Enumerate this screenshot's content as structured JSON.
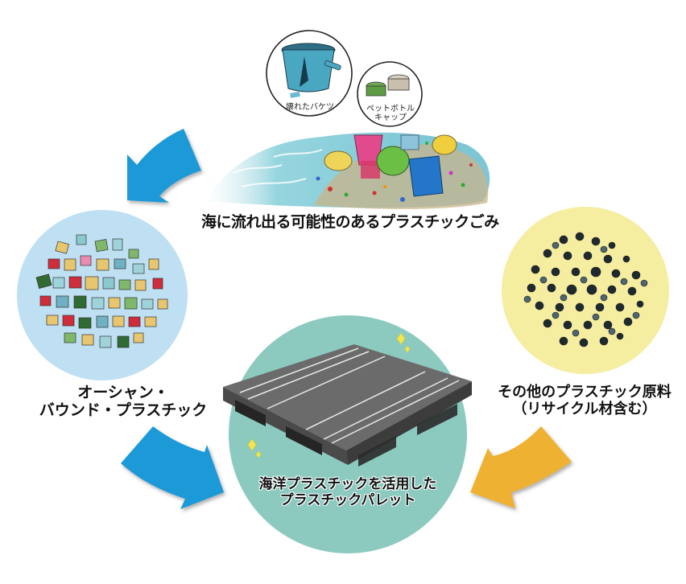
{
  "diagram": {
    "title": "海洋プラスチックを活用したプラスチックパレット",
    "nodes": {
      "source": {
        "caption": "海に流れ出る可能性のあるプラスチックごみ",
        "insets": [
          {
            "label": "壊れたバケツ",
            "icon": "broken-bucket-icon"
          },
          {
            "label_line1": "ペットボトル",
            "label_line2": "キャップ",
            "icon": "bottle-caps-icon"
          }
        ]
      },
      "ocean_bound": {
        "label_line1": "オーシャン・",
        "label_line2": "バウンド・プラスチック",
        "circle_color": "#bfe0f3"
      },
      "other_materials": {
        "label_line1": "その他のプラスチック原料",
        "label_line2": "（リサイクル材含む）",
        "circle_color": "#f5eda0"
      },
      "product": {
        "label_line1": "海洋プラスチックを活用した",
        "label_line2": "プラスチックパレット",
        "circle_color": "#8ccac0",
        "icon": "plastic-pallet-icon"
      }
    },
    "arrows": [
      {
        "from": "source",
        "to": "ocean_bound",
        "color": "#1e9ad8"
      },
      {
        "from": "ocean_bound",
        "to": "product",
        "color": "#1e9ad8"
      },
      {
        "from": "other_materials",
        "to": "product",
        "color": "#efb130"
      }
    ],
    "colors": {
      "arrow_blue": "#1e9ad8",
      "arrow_orange": "#efb130",
      "pallet_top": "#6b6b6b",
      "pallet_side": "#4a4a4a",
      "sparkle": "#f2e64a"
    }
  }
}
